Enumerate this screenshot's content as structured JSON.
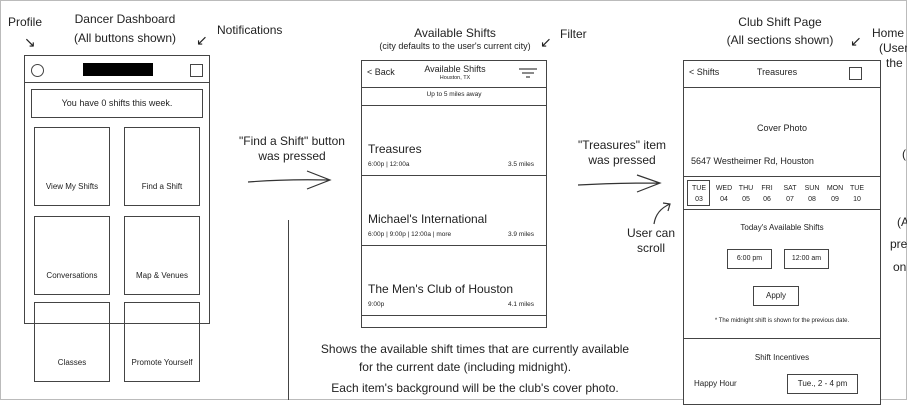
{
  "annotations": {
    "profile": "Profile",
    "dashboard_title": "Dancer Dashboard",
    "dashboard_sub": "(All buttons shown)",
    "notifications": "Notifications",
    "find_shift_pressed_1": "\"Find a Shift\" button",
    "find_shift_pressed_2": "was pressed",
    "available_title": "Available Shifts",
    "available_sub": "(city defaults to the user's current city)",
    "filter": "Filter",
    "treasures_pressed_1": "\"Treasures\" item",
    "treasures_pressed_2": "was pressed",
    "user_scroll_1": "User can",
    "user_scroll_2": "scroll",
    "club_title": "Club Shift Page",
    "club_sub": "(All sections shown)",
    "home": "Home",
    "home_2": "(User",
    "home_3": "the",
    "right_frag_1": "(",
    "right_frag_2": "(A",
    "right_frag_3": "pre",
    "right_frag_4": "on",
    "desc_1": "Shows the available shift times that are currently available",
    "desc_2": "for the current date (including midnight).",
    "desc_3": "Each item's background will be the club's cover photo."
  },
  "dashboard": {
    "banner": "You have 0 shifts this week.",
    "tiles": [
      "View My Shifts",
      "Find a Shift",
      "Conversations",
      "Map & Venues",
      "Classes",
      "Promote Yourself"
    ]
  },
  "available": {
    "back": "< Back",
    "title": "Available Shifts",
    "city": "Houston, TX",
    "radius": "Up to 5 miles away",
    "items": [
      {
        "name": "Treasures",
        "times": "6:00p | 12:00a",
        "distance": "3.5 miles"
      },
      {
        "name": "Michael's International",
        "times": "6:00p | 9:00p | 12:00a | more",
        "distance": "3.9 miles"
      },
      {
        "name": "The Men's Club of Houston",
        "times": "9:00p",
        "distance": "4.1 miles"
      }
    ]
  },
  "club": {
    "back": "< Shifts",
    "title": "Treasures",
    "cover": "Cover Photo",
    "address": "5647 Westheimer Rd, Houston",
    "days": [
      [
        "TUE",
        "03"
      ],
      [
        "WED",
        "04"
      ],
      [
        "THU",
        "05"
      ],
      [
        "FRI",
        "06"
      ],
      [
        "SAT",
        "07"
      ],
      [
        "SUN",
        "08"
      ],
      [
        "MON",
        "09"
      ],
      [
        "TUE",
        "10"
      ]
    ],
    "today_title": "Today's Available Shifts",
    "shifts": [
      "6:00 pm",
      "12:00 am"
    ],
    "apply": "Apply",
    "footnote": "* The midnight shift is shown for the previous date.",
    "incentives_title": "Shift Incentives",
    "incentive_name": "Happy Hour",
    "incentive_value": "Tue., 2 - 4 pm"
  }
}
